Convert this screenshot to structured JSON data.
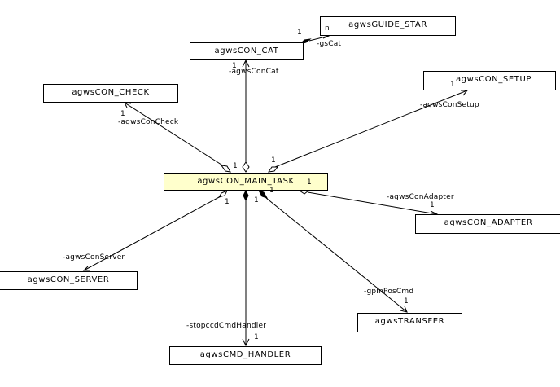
{
  "diagram": {
    "type": "uml-class-diagram",
    "colors": {
      "main_class_fill": "#ffffcc",
      "class_fill": "#ffffff",
      "stroke": "#000000"
    },
    "classes": {
      "main_task": "agwsCON_MAIN_TASK",
      "guide_star": "agwsGUIDE_STAR",
      "con_cat": "agwsCON_CAT",
      "con_check": "agwsCON_CHECK",
      "con_setup": "agwsCON_SETUP",
      "con_adapter": "agwsCON_ADAPTER",
      "con_server": "agwsCON_SERVER",
      "transfer": "agwsTRANSFER",
      "cmd_handler": "agwsCMD_HANDLER"
    },
    "associations": [
      {
        "from": "agwsCON_CAT",
        "to": "agwsGUIDE_STAR",
        "kind": "composition",
        "role": "-gsCat",
        "source_mult": "1",
        "target_mult": "n"
      },
      {
        "from": "agwsCON_MAIN_TASK",
        "to": "agwsCON_CAT",
        "kind": "aggregation",
        "role": "-agwsConCat",
        "target_mult": "1"
      },
      {
        "from": "agwsCON_MAIN_TASK",
        "to": "agwsCON_CHECK",
        "kind": "aggregation",
        "role": "-agwsConCheck",
        "source_mult": "1",
        "target_mult": "1"
      },
      {
        "from": "agwsCON_MAIN_TASK",
        "to": "agwsCON_SETUP",
        "kind": "aggregation",
        "role": "-agwsConSetup",
        "source_mult": "1",
        "target_mult": "1"
      },
      {
        "from": "agwsCON_MAIN_TASK",
        "to": "agwsCON_ADAPTER",
        "kind": "aggregation",
        "role": "-agwsConAdapter",
        "source_mult": "1",
        "target_mult": "1"
      },
      {
        "from": "agwsCON_MAIN_TASK",
        "to": "agwsCON_SERVER",
        "kind": "aggregation",
        "role": "-agwsConServer",
        "source_mult": "1"
      },
      {
        "from": "agwsCON_MAIN_TASK",
        "to": "agwsTRANSFER",
        "kind": "composition",
        "role": "-gpInPosCmd",
        "source_mult": "1",
        "target_mult": "1"
      },
      {
        "from": "agwsCON_MAIN_TASK",
        "to": "agwsCMD_HANDLER",
        "kind": "composition",
        "role": "-stopccdCmdHandler",
        "source_mult": "1",
        "target_mult": "1"
      }
    ],
    "labels": {
      "gscat_role": "-gsCat",
      "gscat_src_mult": "1",
      "gscat_tgt_mult": "n",
      "concat_role": "-agwsConCat",
      "concat_mult": "1",
      "concheck_role": "-agwsConCheck",
      "concheck_tgt_mult": "1",
      "concheck_src_mult": "1",
      "consetup_role": "-agwsConSetup",
      "consetup_tgt_mult": "1",
      "consetup_src_mult": "1",
      "conadapter_role": "-agwsConAdapter",
      "conadapter_tgt_mult": "1",
      "conadapter_src_mult": "1",
      "conserver_role": "-agwsConServer",
      "conserver_src_mult": "1",
      "transfer_role": "-gpInPosCmd",
      "transfer_tgt_mult": "1",
      "transfer_src_mult": "1",
      "cmdhandler_role": "-stopccdCmdHandler",
      "cmdhandler_tgt_mult": "1",
      "cmdhandler_src_mult": "1"
    }
  }
}
